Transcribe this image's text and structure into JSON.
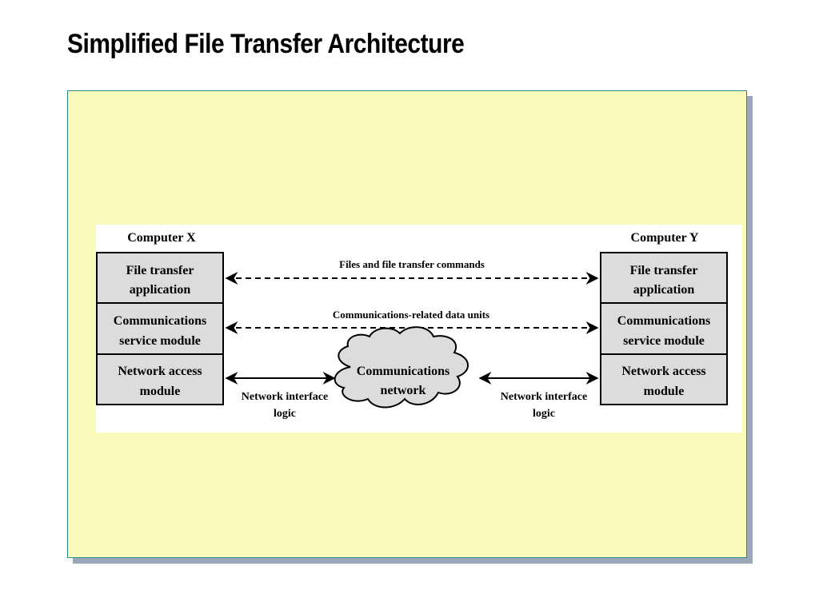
{
  "slide": {
    "title": "Simplified File Transfer Architecture"
  },
  "diagram": {
    "computer_x": {
      "label": "Computer X",
      "modules": [
        {
          "line1": "File transfer",
          "line2": "application"
        },
        {
          "line1": "Communications",
          "line2": "service module"
        },
        {
          "line1": "Network access",
          "line2": "module"
        }
      ]
    },
    "computer_y": {
      "label": "Computer Y",
      "modules": [
        {
          "line1": "File transfer",
          "line2": "application"
        },
        {
          "line1": "Communications",
          "line2": "service module"
        },
        {
          "line1": "Network access",
          "line2": "module"
        }
      ]
    },
    "cloud": {
      "line1": "Communications",
      "line2": "network"
    },
    "links": {
      "top": "Files and file transfer commands",
      "middle": "Communications-related data units",
      "nif_left": {
        "line1": "Network interface",
        "line2": "logic"
      },
      "nif_right": {
        "line1": "Network interface",
        "line2": "logic"
      }
    }
  },
  "colors": {
    "panel_fill": "#fbfbbb",
    "module_fill": "#dcdcdc"
  }
}
